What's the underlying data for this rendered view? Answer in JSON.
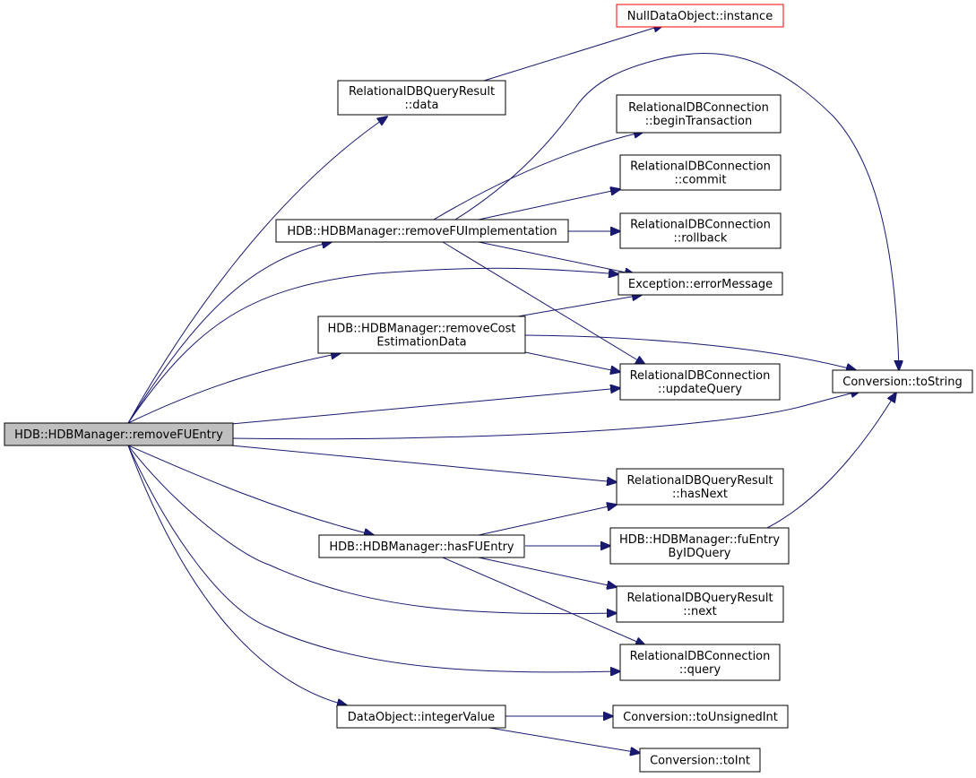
{
  "colors": {
    "edge": "#191970",
    "root_fill": "#bfbfbf",
    "missing_border": "#ff0000",
    "node_border": "#000000"
  },
  "nodes": {
    "removeFUEntry": {
      "lines": [
        "HDB::HDBManager::removeFUEntry"
      ],
      "style": "root"
    },
    "nullDataObject": {
      "lines": [
        "NullDataObject::instance"
      ],
      "style": "missing"
    },
    "rdbqrData": {
      "lines": [
        "RelationalDBQueryResult",
        "::data"
      ]
    },
    "rdbcBegin": {
      "lines": [
        "RelationalDBConnection",
        "::beginTransaction"
      ]
    },
    "rdbcCommit": {
      "lines": [
        "RelationalDBConnection",
        "::commit"
      ]
    },
    "removeFUImpl": {
      "lines": [
        "HDB::HDBManager::removeFUImplementation"
      ]
    },
    "rdbcRollback": {
      "lines": [
        "RelationalDBConnection",
        "::rollback"
      ]
    },
    "errorMessage": {
      "lines": [
        "Exception::errorMessage"
      ]
    },
    "removeCost": {
      "lines": [
        "HDB::HDBManager::removeCost",
        "EstimationData"
      ]
    },
    "updateQuery": {
      "lines": [
        "RelationalDBConnection",
        "::updateQuery"
      ]
    },
    "toString": {
      "lines": [
        "Conversion::toString"
      ]
    },
    "hasNext": {
      "lines": [
        "RelationalDBQueryResult",
        "::hasNext"
      ]
    },
    "hasFUEntry": {
      "lines": [
        "HDB::HDBManager::hasFUEntry"
      ]
    },
    "fuEntryById": {
      "lines": [
        "HDB::HDBManager::fuEntry",
        "ByIDQuery"
      ]
    },
    "next": {
      "lines": [
        "RelationalDBQueryResult",
        "::next"
      ]
    },
    "query": {
      "lines": [
        "RelationalDBConnection",
        "::query"
      ]
    },
    "integerValue": {
      "lines": [
        "DataObject::integerValue"
      ]
    },
    "toUnsignedInt": {
      "lines": [
        "Conversion::toUnsignedInt"
      ]
    },
    "toInt": {
      "lines": [
        "Conversion::toInt"
      ]
    }
  },
  "edges": [
    {
      "from": "removeFUEntry",
      "to": "rdbqrData"
    },
    {
      "from": "removeFUEntry",
      "to": "removeFUImpl"
    },
    {
      "from": "removeFUEntry",
      "to": "errorMessage"
    },
    {
      "from": "removeFUEntry",
      "to": "removeCost"
    },
    {
      "from": "removeFUEntry",
      "to": "updateQuery"
    },
    {
      "from": "removeFUEntry",
      "to": "toString"
    },
    {
      "from": "removeFUEntry",
      "to": "hasNext"
    },
    {
      "from": "removeFUEntry",
      "to": "hasFUEntry"
    },
    {
      "from": "removeFUEntry",
      "to": "next"
    },
    {
      "from": "removeFUEntry",
      "to": "query"
    },
    {
      "from": "removeFUEntry",
      "to": "integerValue"
    },
    {
      "from": "rdbqrData",
      "to": "nullDataObject"
    },
    {
      "from": "removeFUImpl",
      "to": "rdbcBegin"
    },
    {
      "from": "removeFUImpl",
      "to": "rdbcCommit"
    },
    {
      "from": "removeFUImpl",
      "to": "rdbcRollback"
    },
    {
      "from": "removeFUImpl",
      "to": "errorMessage"
    },
    {
      "from": "removeFUImpl",
      "to": "updateQuery"
    },
    {
      "from": "removeFUImpl",
      "to": "toString"
    },
    {
      "from": "removeCost",
      "to": "errorMessage"
    },
    {
      "from": "removeCost",
      "to": "updateQuery"
    },
    {
      "from": "removeCost",
      "to": "toString"
    },
    {
      "from": "hasFUEntry",
      "to": "hasNext"
    },
    {
      "from": "hasFUEntry",
      "to": "fuEntryById"
    },
    {
      "from": "hasFUEntry",
      "to": "next"
    },
    {
      "from": "hasFUEntry",
      "to": "query"
    },
    {
      "from": "fuEntryById",
      "to": "toString"
    },
    {
      "from": "integerValue",
      "to": "toUnsignedInt"
    },
    {
      "from": "integerValue",
      "to": "toInt"
    }
  ]
}
